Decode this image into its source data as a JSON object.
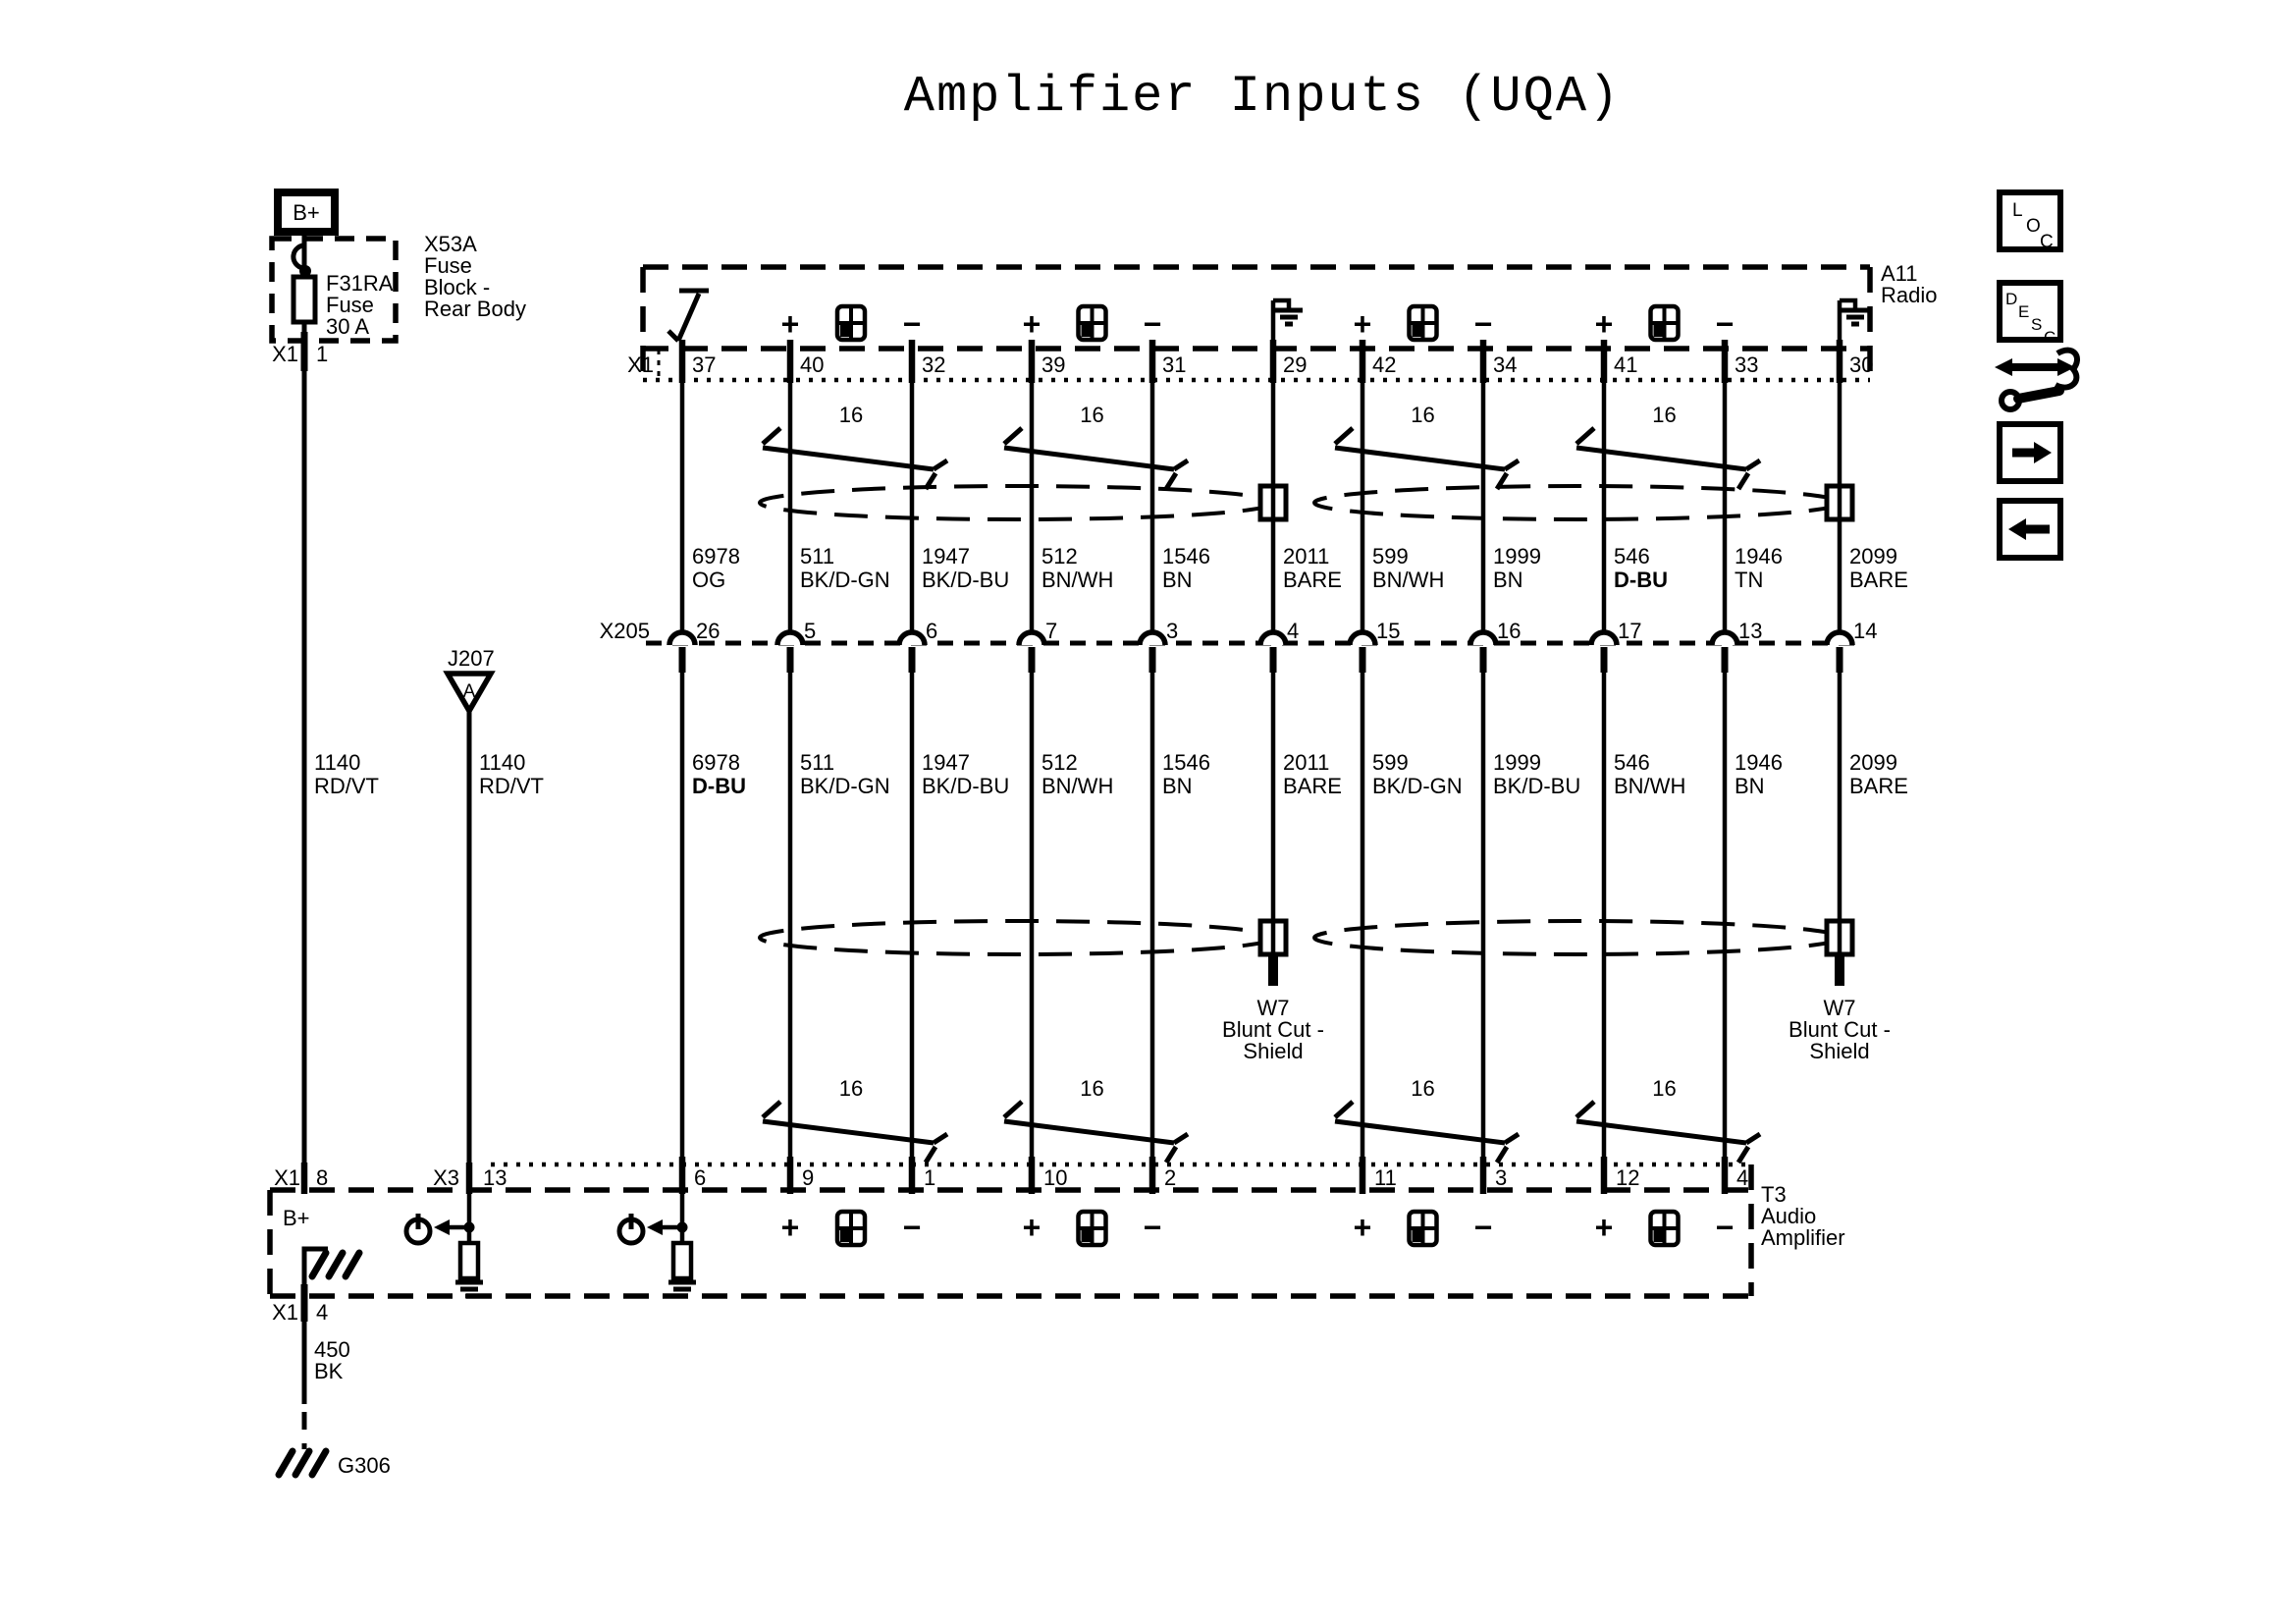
{
  "title": "Amplifier Inputs (UQA)",
  "symbols": {
    "plus": "+",
    "minus": "−",
    "twist_gauge": "16"
  },
  "power": {
    "bplus": "B+",
    "fuse_block": [
      "X53A",
      "Fuse",
      "Block -",
      "Rear Body"
    ],
    "fuse": [
      "F31RA",
      "Fuse",
      "30 A"
    ],
    "fuse_conn": {
      "conn": "X1",
      "pin": "1"
    },
    "ground_wire": {
      "code": "450",
      "color": "BK"
    },
    "ground": "G306"
  },
  "j207": {
    "label": "J207",
    "letter": "A"
  },
  "radio": {
    "id": "A11",
    "name": "Radio",
    "conn": "X1",
    "pins": [
      "37",
      "40",
      "32",
      "39",
      "31",
      "29",
      "42",
      "34",
      "41",
      "33",
      "30"
    ]
  },
  "x205": {
    "label": "X205",
    "pins": [
      "26",
      "5",
      "6",
      "7",
      "3",
      "4",
      "15",
      "16",
      "17",
      "13",
      "14"
    ]
  },
  "amp": {
    "id": "T3",
    "name_lines": [
      "Audio",
      "Amplifier"
    ],
    "bplus": "B+",
    "conn_x1": {
      "conn": "X1",
      "pin": "8"
    },
    "conn_x3": {
      "conn": "X3",
      "pin": "13"
    },
    "pins": [
      "6",
      "9",
      "1",
      "10",
      "2",
      "11",
      "3",
      "12",
      "4"
    ],
    "bottom_conn": {
      "conn": "X1",
      "pin": "4"
    }
  },
  "shield": {
    "w7_lines": [
      "W7",
      "Blunt Cut -",
      "Shield"
    ]
  },
  "wires": {
    "top": [
      {
        "code": "6978",
        "color": "OG"
      },
      {
        "code": "511",
        "color": "BK/D-GN"
      },
      {
        "code": "1947",
        "color": "BK/D-BU"
      },
      {
        "code": "512",
        "color": "BN/WH"
      },
      {
        "code": "1546",
        "color": "BN"
      },
      {
        "code": "2011",
        "color": "BARE"
      },
      {
        "code": "599",
        "color": "BN/WH"
      },
      {
        "code": "1999",
        "color": "BN"
      },
      {
        "code": "546",
        "color": "D-BU",
        "bold": true
      },
      {
        "code": "1946",
        "color": "TN"
      },
      {
        "code": "2099",
        "color": "BARE"
      }
    ],
    "bottom": [
      {
        "code": "1140",
        "color": "RD/VT"
      },
      {
        "code": "1140",
        "color": "RD/VT"
      },
      {
        "code": "6978",
        "color": "D-BU",
        "bold": true
      },
      {
        "code": "511",
        "color": "BK/D-GN"
      },
      {
        "code": "1947",
        "color": "BK/D-BU"
      },
      {
        "code": "512",
        "color": "BN/WH"
      },
      {
        "code": "1546",
        "color": "BN"
      },
      {
        "code": "2011",
        "color": "BARE"
      },
      {
        "code": "599",
        "color": "BK/D-GN"
      },
      {
        "code": "1999",
        "color": "BK/D-BU"
      },
      {
        "code": "546",
        "color": "BN/WH"
      },
      {
        "code": "1946",
        "color": "BN"
      },
      {
        "code": "2099",
        "color": "BARE"
      }
    ]
  },
  "toolbar": {
    "loc": [
      "L",
      "O",
      "C"
    ],
    "desc": [
      "D",
      "E",
      "S",
      "C"
    ],
    "icons": [
      "loc-button",
      "desc-button",
      "reroute-wrench-icon",
      "next-arrow-button",
      "back-arrow-button"
    ]
  },
  "colors": {
    "ink": "#000000",
    "paper": "#ffffff"
  }
}
